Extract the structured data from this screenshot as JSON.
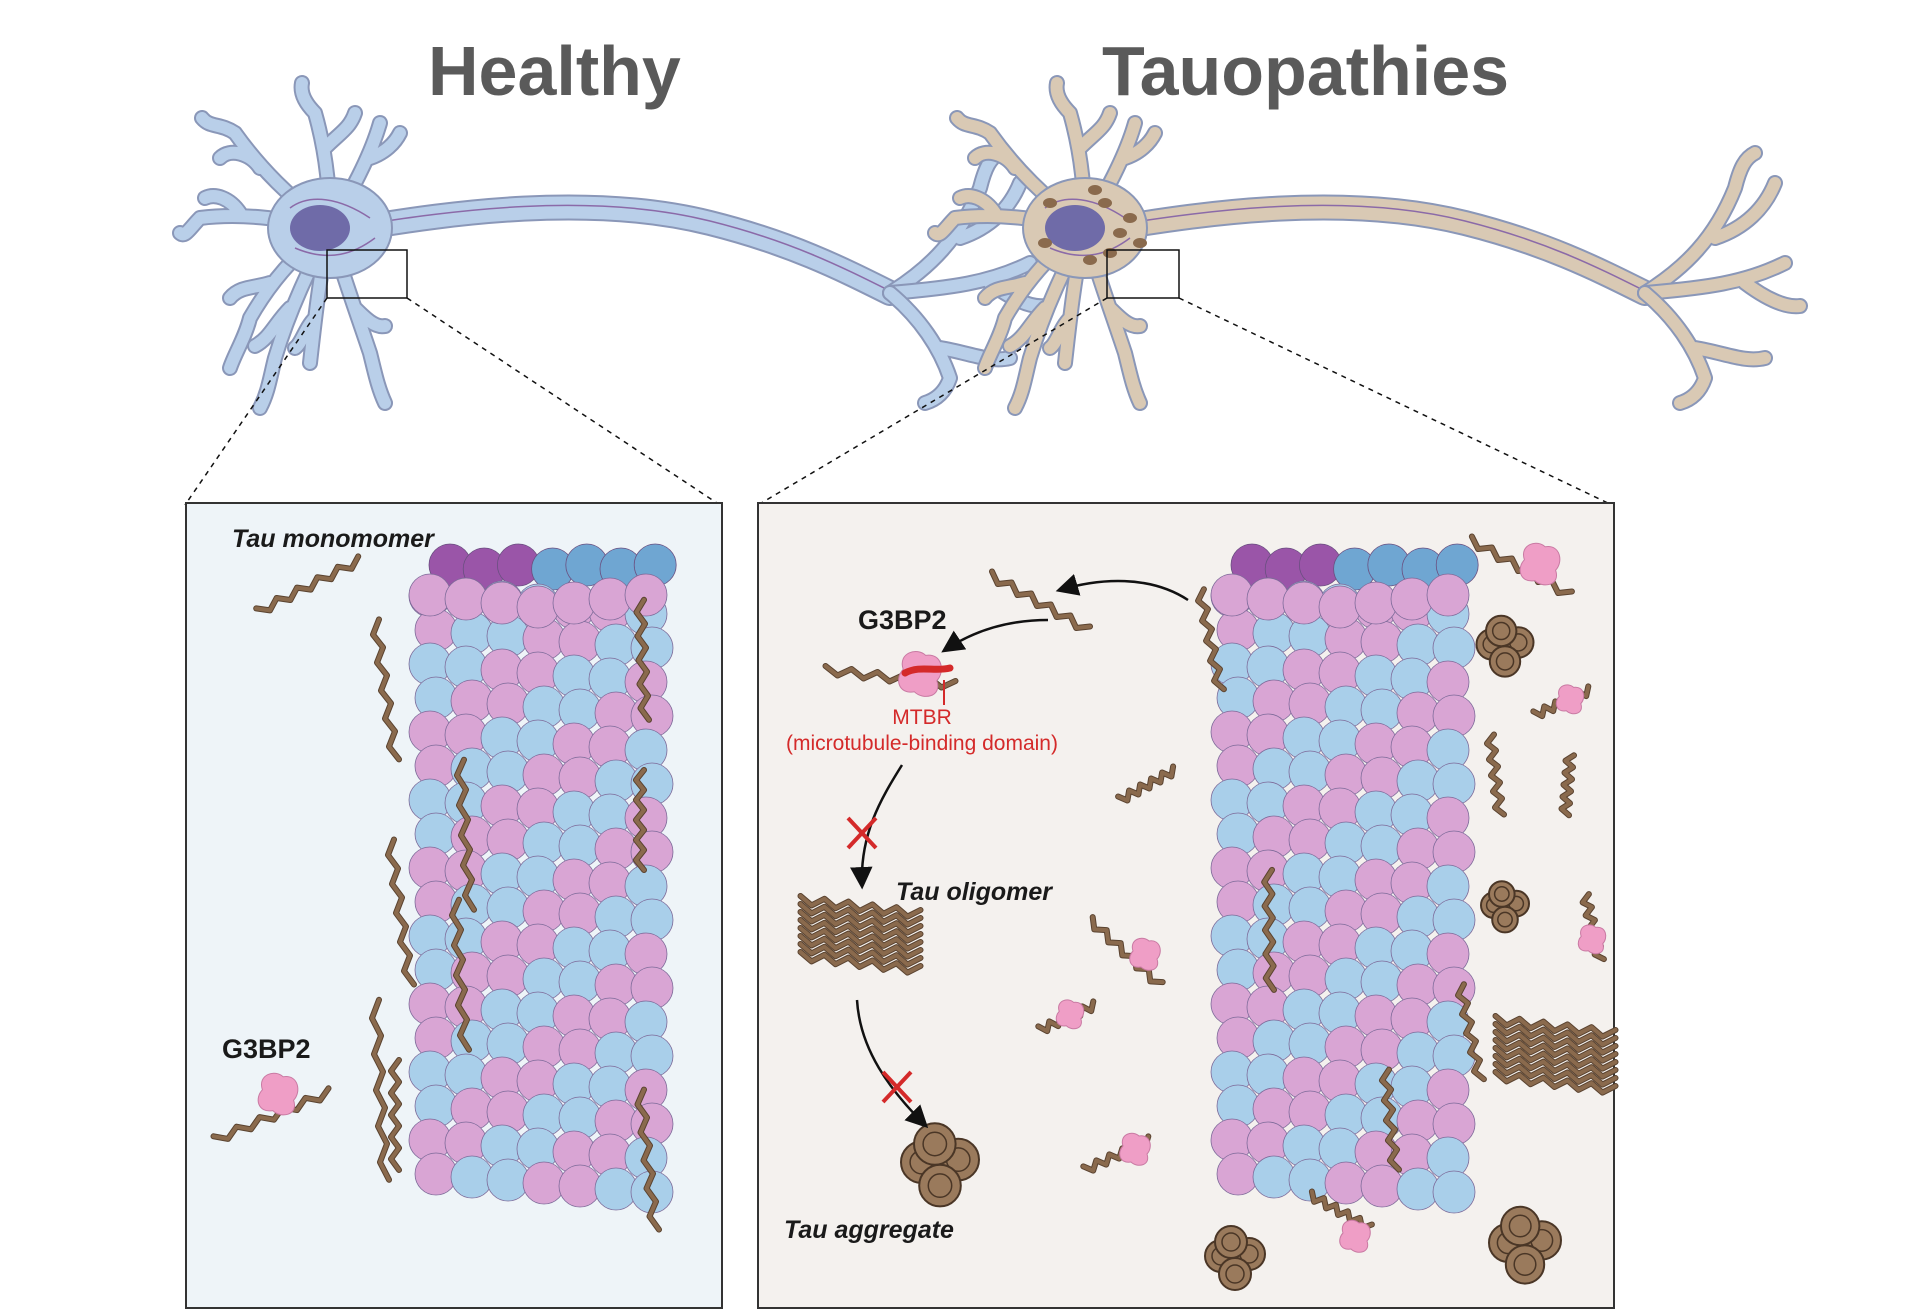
{
  "headings": {
    "healthy": "Healthy",
    "tauopathies": "Tauopathies"
  },
  "healthy_panel": {
    "tau_monomer_label": "Tau monomomer",
    "g3bp2_label": "G3BP2"
  },
  "tauopathy_panel": {
    "g3bp2_label": "G3BP2",
    "mtbr_label": "MTBR",
    "mtbr_full_label": "(microtubule-binding domain)",
    "tau_oligomer_label": "Tau oligomer",
    "tau_aggregate_label": "Tau aggregate"
  },
  "colors": {
    "heading_text": "#5a5a5a",
    "healthy_neuron": "#b9cfe9",
    "tauopathy_neuron": "#d9c9b4",
    "neuron_outline": "#8a97b8",
    "nucleus": "#6f6ba8",
    "microtubule_pink": "#d9a5d4",
    "microtubule_blue": "#a9cfea",
    "microtubule_purple": "#9a55a8",
    "microtubule_steel": "#6fa6d2",
    "tau_brown": "#8a6a4d",
    "g3bp2_pink": "#ef9ec6",
    "mtbr_red": "#d42a2a",
    "healthy_panel_bg": "#eef4f8",
    "tauopathy_panel_bg": "#f4f1ee"
  }
}
